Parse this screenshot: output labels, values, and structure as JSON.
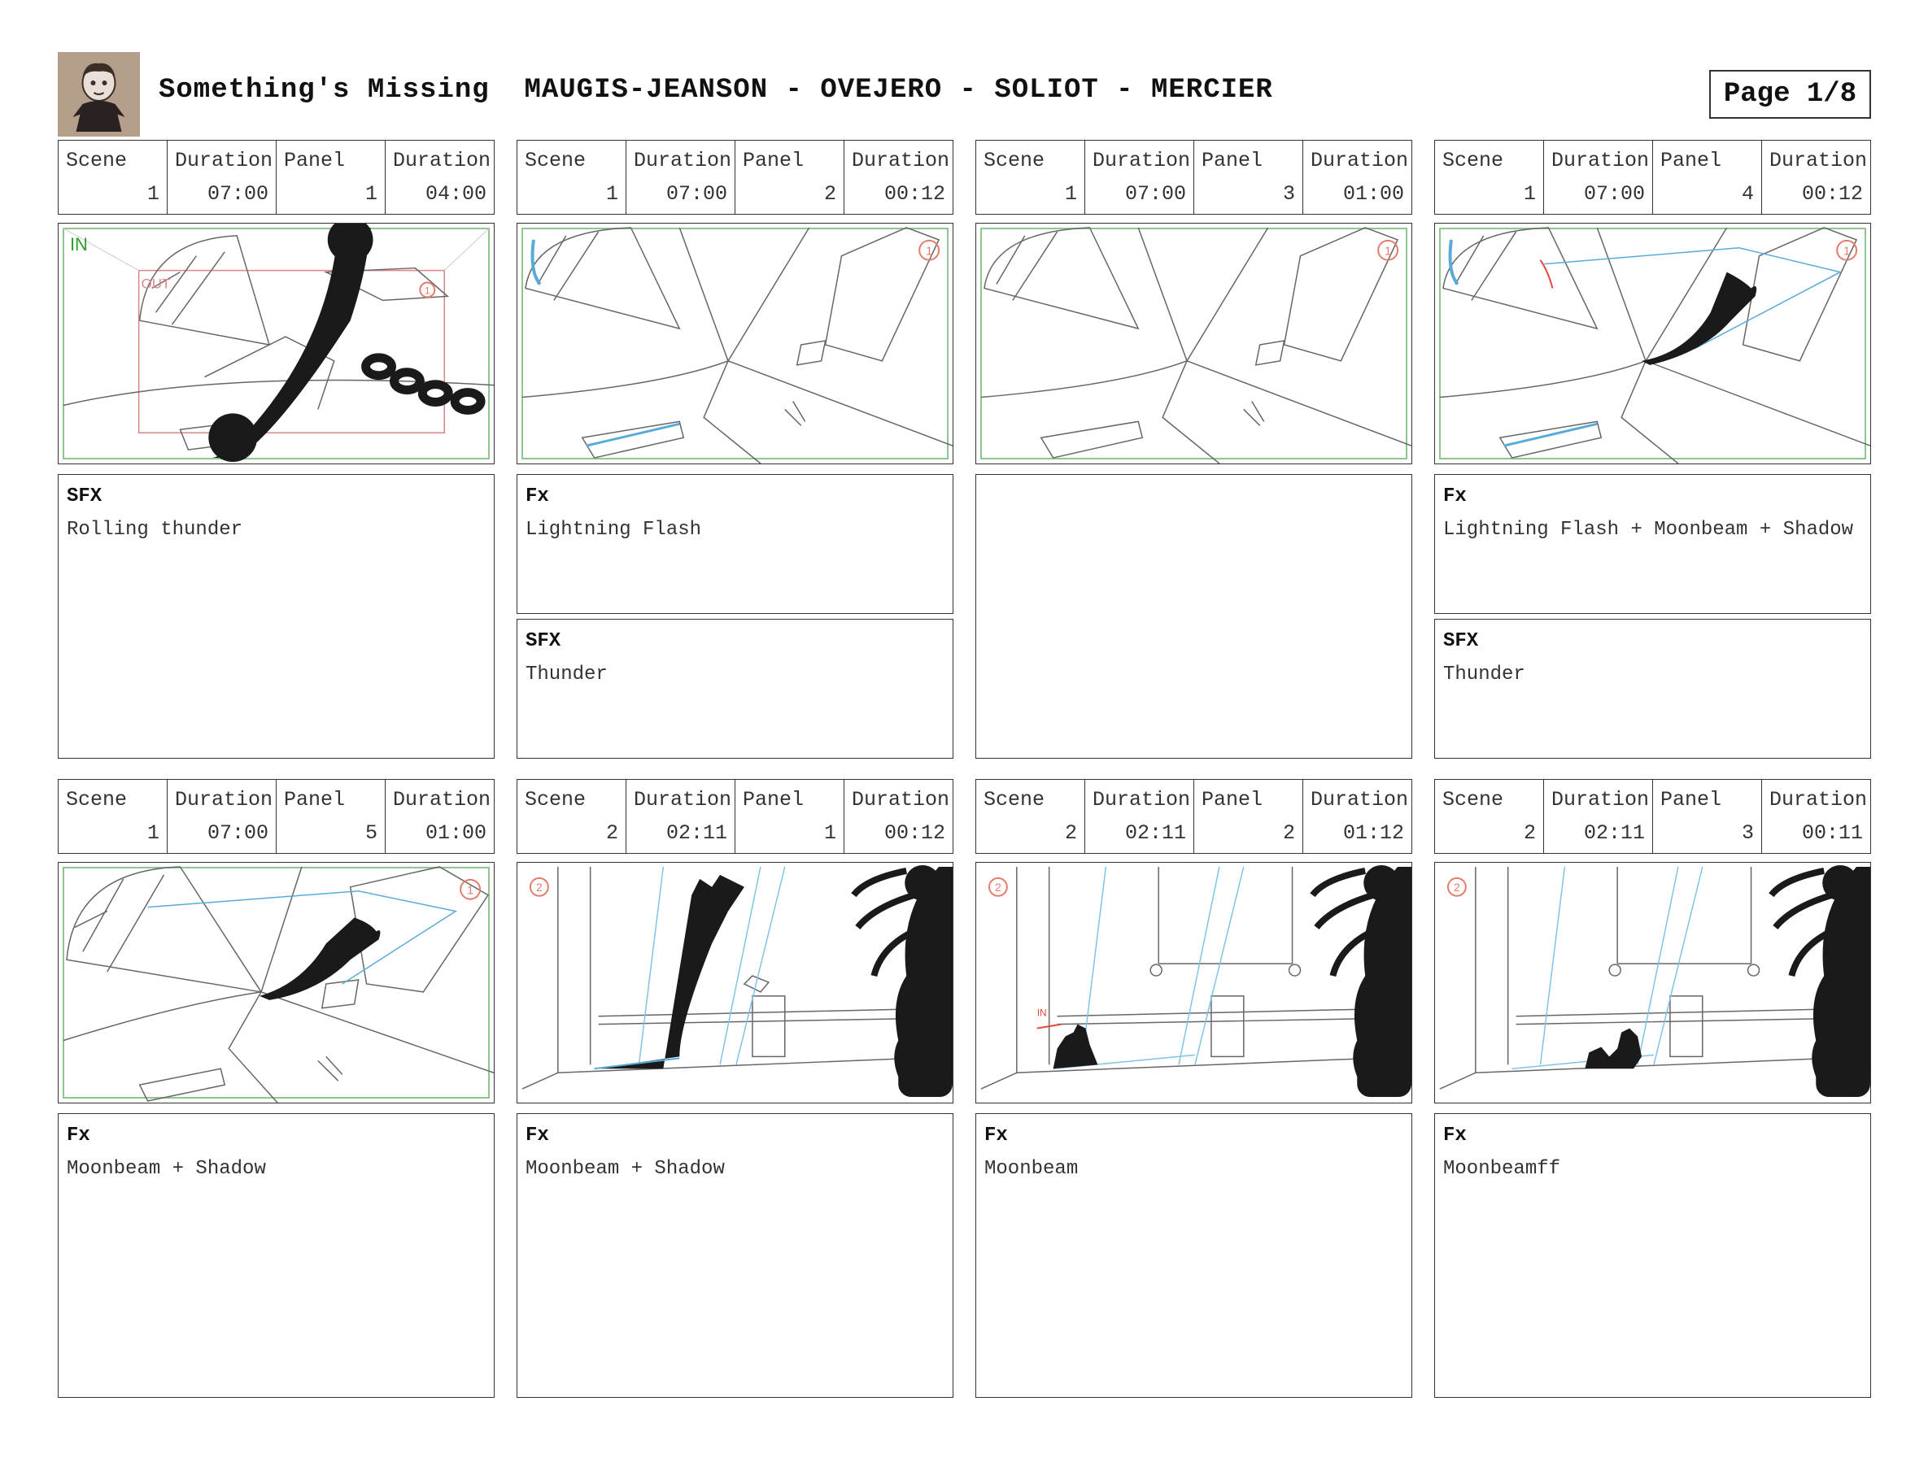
{
  "header": {
    "title": "Something's Missing  MAUGIS-JEANSON - OVEJERO - SOLIOT - MERCIER",
    "page": "Page 1/8",
    "logo_icon": "vampire-character-logo"
  },
  "labels": {
    "scene": "Scene",
    "duration": "Duration",
    "panel": "Panel"
  },
  "panels": [
    {
      "scene": "1",
      "scene_duration": "07:00",
      "panel": "1",
      "panel_duration": "04:00",
      "image_marks": {
        "in": "IN",
        "out": "OUT",
        "badge": "1"
      },
      "notes": [
        {
          "title": "SFX",
          "body": "Rolling thunder"
        }
      ]
    },
    {
      "scene": "1",
      "scene_duration": "07:00",
      "panel": "2",
      "panel_duration": "00:12",
      "image_marks": {
        "badge": "1"
      },
      "notes": [
        {
          "title": "Fx",
          "body": "Lightning Flash"
        },
        {
          "title": "SFX",
          "body": "Thunder"
        }
      ]
    },
    {
      "scene": "1",
      "scene_duration": "07:00",
      "panel": "3",
      "panel_duration": "01:00",
      "image_marks": {
        "badge": "1"
      },
      "notes": [
        {
          "title": "",
          "body": ""
        }
      ]
    },
    {
      "scene": "1",
      "scene_duration": "07:00",
      "panel": "4",
      "panel_duration": "00:12",
      "image_marks": {
        "badge": "1"
      },
      "notes": [
        {
          "title": "Fx",
          "body": "Lightning Flash + Moonbeam + Shadow"
        },
        {
          "title": "SFX",
          "body": "Thunder"
        }
      ]
    },
    {
      "scene": "1",
      "scene_duration": "07:00",
      "panel": "5",
      "panel_duration": "01:00",
      "image_marks": {
        "badge": "1"
      },
      "notes": [
        {
          "title": "Fx",
          "body": "Moonbeam + Shadow"
        }
      ]
    },
    {
      "scene": "2",
      "scene_duration": "02:11",
      "panel": "1",
      "panel_duration": "00:12",
      "image_marks": {
        "badge": "2"
      },
      "notes": [
        {
          "title": "Fx",
          "body": "Moonbeam + Shadow"
        }
      ]
    },
    {
      "scene": "2",
      "scene_duration": "02:11",
      "panel": "2",
      "panel_duration": "01:12",
      "image_marks": {
        "badge": "2",
        "in": "IN"
      },
      "notes": [
        {
          "title": "Fx",
          "body": "Moonbeam"
        }
      ]
    },
    {
      "scene": "2",
      "scene_duration": "02:11",
      "panel": "3",
      "panel_duration": "00:11",
      "image_marks": {
        "badge": "2"
      },
      "notes": [
        {
          "title": "Fx",
          "body": "Moonbeamff"
        }
      ]
    }
  ]
}
